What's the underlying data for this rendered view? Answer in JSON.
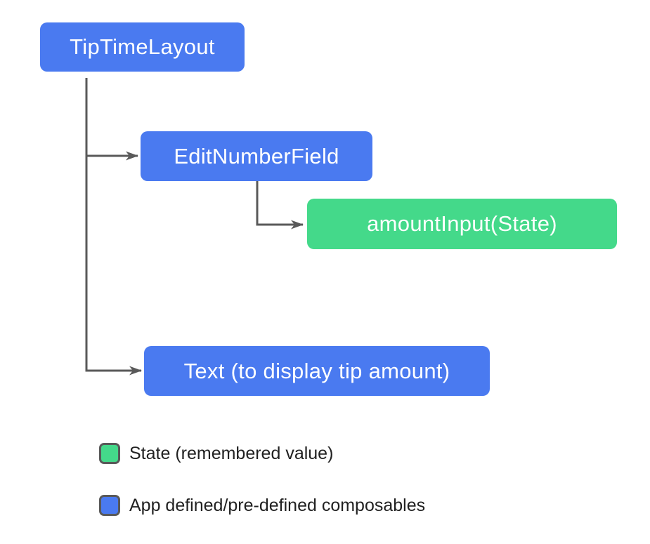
{
  "diagram": {
    "nodes": {
      "tipTimeLayout": {
        "label": "TipTimeLayout",
        "kind": "composable"
      },
      "editNumberField": {
        "label": "EditNumberField",
        "kind": "composable"
      },
      "amountInput": {
        "label": "amountInput(State)",
        "kind": "state"
      },
      "textDisplay": {
        "label": "Text (to display tip amount)",
        "kind": "composable"
      }
    },
    "edges": [
      {
        "from": "TipTimeLayout",
        "to": "EditNumberField"
      },
      {
        "from": "TipTimeLayout",
        "to": "Text (to display tip amount)"
      },
      {
        "from": "EditNumberField",
        "to": "amountInput(State)"
      }
    ],
    "legend": {
      "items": [
        {
          "label": "State (remembered value)",
          "swatch_color": "#44d98a"
        },
        {
          "label": "App defined/pre-defined composables",
          "swatch_color": "#4a7af0"
        }
      ]
    },
    "colors": {
      "composable_blue": "#4a7af0",
      "state_green": "#44d98a",
      "connector_gray": "#595959",
      "node_text": "#ffffff",
      "legend_text": "#212121",
      "background": "#ffffff"
    }
  }
}
